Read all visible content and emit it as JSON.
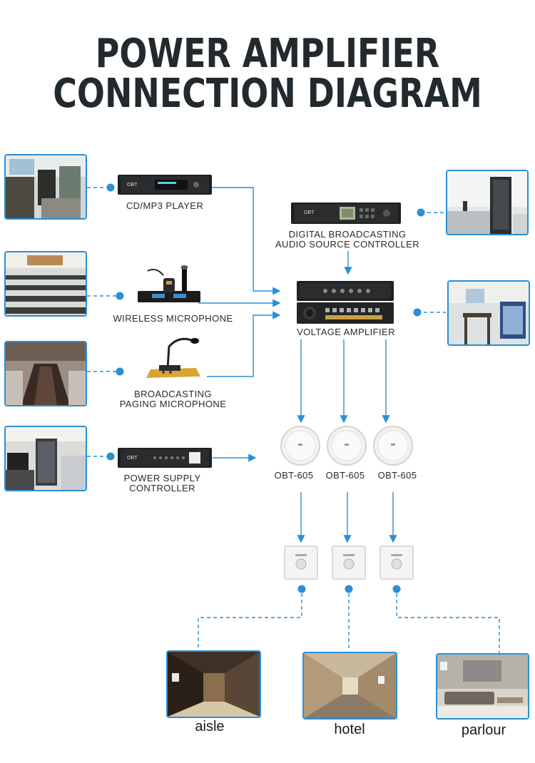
{
  "title": {
    "line1": "POWER AMPLIFIER",
    "line2": "CONNECTION DIAGRAM"
  },
  "devices": {
    "cd_player": "CD/MP3 PLAYER",
    "wireless_mic": "WIRELESS MICROPHONE",
    "paging_mic_line1": "BROADCASTING",
    "paging_mic_line2": "PAGING MICROPHONE",
    "power_supply_line1": "POWER SUPPLY",
    "power_supply_line2": "CONTROLLER",
    "digital_controller_line1": "DIGITAL BROADCASTING",
    "digital_controller_line2": "AUDIO SOURCE CONTROLLER",
    "voltage_amp": "VOLTAGE AMPLIFIER"
  },
  "speakers": [
    "OBT-605",
    "OBT-605",
    "OBT-605"
  ],
  "rooms": [
    "aisle",
    "hotel",
    "parlour"
  ],
  "device_brand": "OBT",
  "colors": {
    "accent": "#2a8fd6",
    "title": "#222a2e"
  }
}
